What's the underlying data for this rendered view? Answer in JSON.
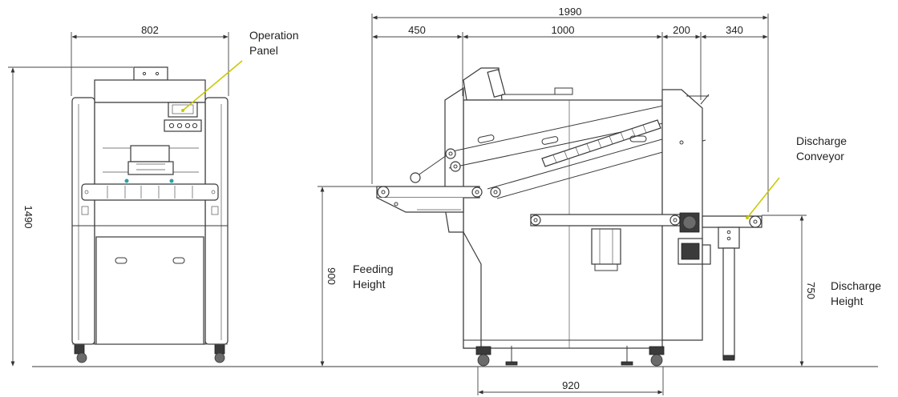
{
  "dimensions": {
    "front_width": "802",
    "front_height": "1490",
    "total_length": "1990",
    "infeed_length": "450",
    "main_length": "1000",
    "gap_length": "200",
    "discharge_length": "340",
    "feeding_height": "900",
    "discharge_height": "750",
    "wheelbase": "920"
  },
  "labels": {
    "operation_panel": [
      "Operation",
      "Panel"
    ],
    "discharge_conveyor": [
      "Discharge",
      "Conveyor"
    ],
    "feeding_height": [
      "Feeding",
      "Height"
    ],
    "discharge_height": [
      "Discharge",
      "Height"
    ]
  },
  "colors": {
    "leader": "#c8c800",
    "line": "#3a3a3a",
    "accent": "#2aa3a3"
  }
}
